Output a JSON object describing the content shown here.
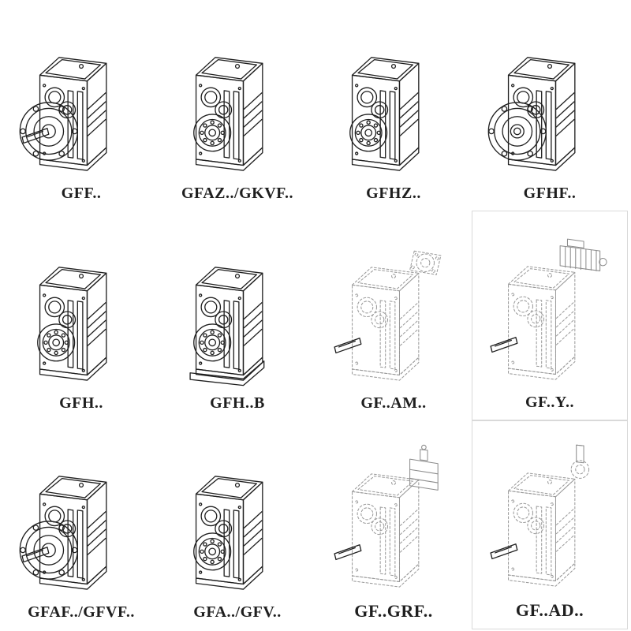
{
  "page": {
    "background": "#ffffff"
  },
  "colors": {
    "line": "#1f1f1f",
    "dashed_line": "#9a9a9a",
    "light_line": "#8c8c8c",
    "label_color": "#1f1f1f"
  },
  "grid": {
    "items": [
      {
        "label": "GFF..",
        "variant": "flange-solid"
      },
      {
        "label": "GFAZ../GKVF..",
        "variant": "bearing-solid"
      },
      {
        "label": "GFHZ..",
        "variant": "bearing-solid"
      },
      {
        "label": "GFHF..",
        "variant": "flange-hollow"
      },
      {
        "label": "GFH..",
        "variant": "bearing-solid"
      },
      {
        "label": "GFH..B",
        "variant": "bearing-base"
      },
      {
        "label": "GF..AM..",
        "variant": "dashed-flange-top"
      },
      {
        "label": "GF..Y..",
        "variant": "dashed-motor"
      },
      {
        "label": "GFAF../GFVF..",
        "variant": "flange-solid"
      },
      {
        "label": "GFA../GFV..",
        "variant": "bearing-solid"
      },
      {
        "label": "GF..GRF..",
        "variant": "dashed-adapter"
      },
      {
        "label": "GF..AD..",
        "variant": "dashed-shaft-top"
      }
    ]
  }
}
